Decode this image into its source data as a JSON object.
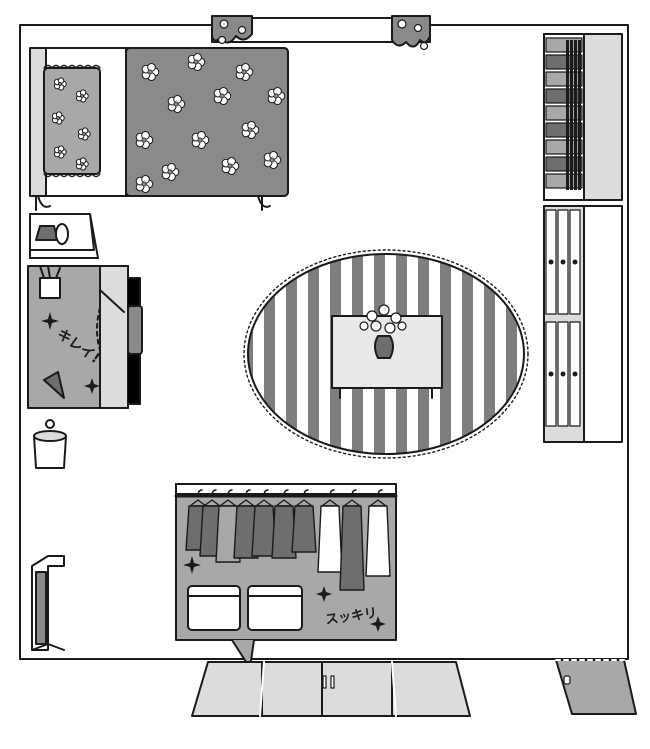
{
  "illustration": {
    "kind": "room floor plan, top-down view, greyscale line art",
    "palette": {
      "line": "#1a1a1a",
      "paper": "#ffffff",
      "light_grey": "#dcdcdc",
      "mid_grey": "#a8a8a8",
      "dark_grey": "#6e6e6e"
    },
    "desk_caption": "キレイ!",
    "closet_caption": "スッキリ"
  }
}
